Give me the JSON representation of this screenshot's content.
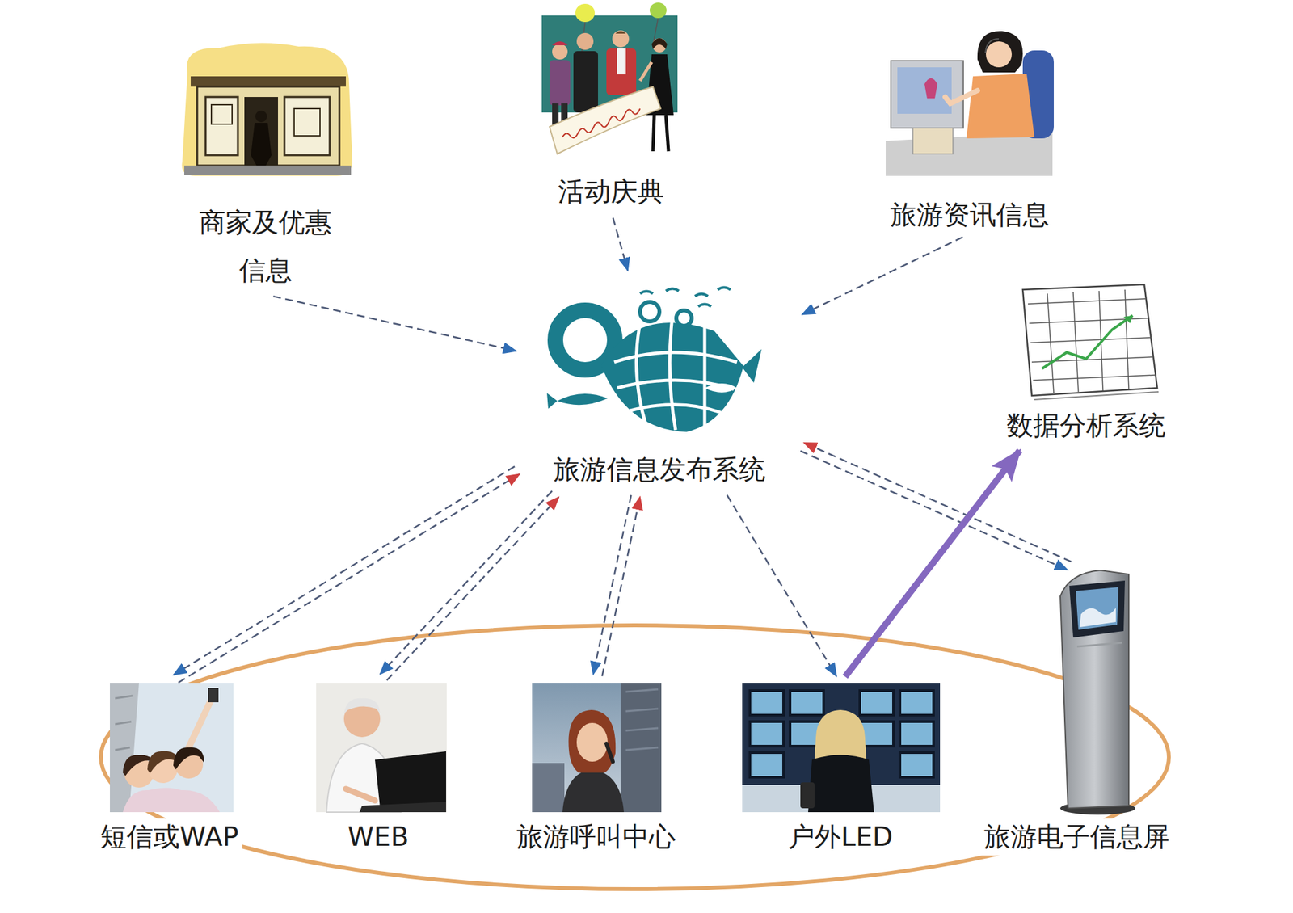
{
  "diagram": {
    "nodes": [
      {
        "text": [
          "商家及优惠 信息"
        ]
      },
      {
        "text": [
          "活动庆典"
        ]
      },
      {
        "text": [
          "旅游资讯信息"
        ]
      },
      {
        "text": [
          "旅游信息发布系统"
        ]
      },
      {
        "text": [
          "数据分析系统"
        ]
      },
      {
        "text": [
          "短信或WAP"
        ]
      },
      {
        "text": [
          "WEB"
        ]
      },
      {
        "text": [
          "旅游呼叫中心"
        ]
      },
      {
        "text": [
          "户外LED"
        ]
      },
      {
        "text": [
          "旅游电子信息屏"
        ]
      }
    ],
    "edges": [
      {
        "from": 0,
        "to": 3,
        "arrow": "to"
      },
      {
        "from": 1,
        "to": 3,
        "arrow": "to"
      },
      {
        "from": 2,
        "to": 3,
        "arrow": "to"
      },
      {
        "from": 3,
        "to": 5,
        "arrow": "to"
      },
      {
        "from": 5,
        "to": 3,
        "arrow": "to"
      },
      {
        "from": 3,
        "to": 6,
        "arrow": "to"
      },
      {
        "from": 6,
        "to": 3,
        "arrow": "to"
      },
      {
        "from": 3,
        "to": 7,
        "arrow": "to"
      },
      {
        "from": 7,
        "to": 3,
        "arrow": "to"
      },
      {
        "from": 3,
        "to": 8,
        "arrow": "to"
      },
      {
        "from": 3,
        "to": 9,
        "arrow": "to"
      },
      {
        "from": 9,
        "to": 3,
        "arrow": "to"
      },
      {
        "from": 8,
        "to": 4,
        "arrow": "to"
      }
    ]
  }
}
